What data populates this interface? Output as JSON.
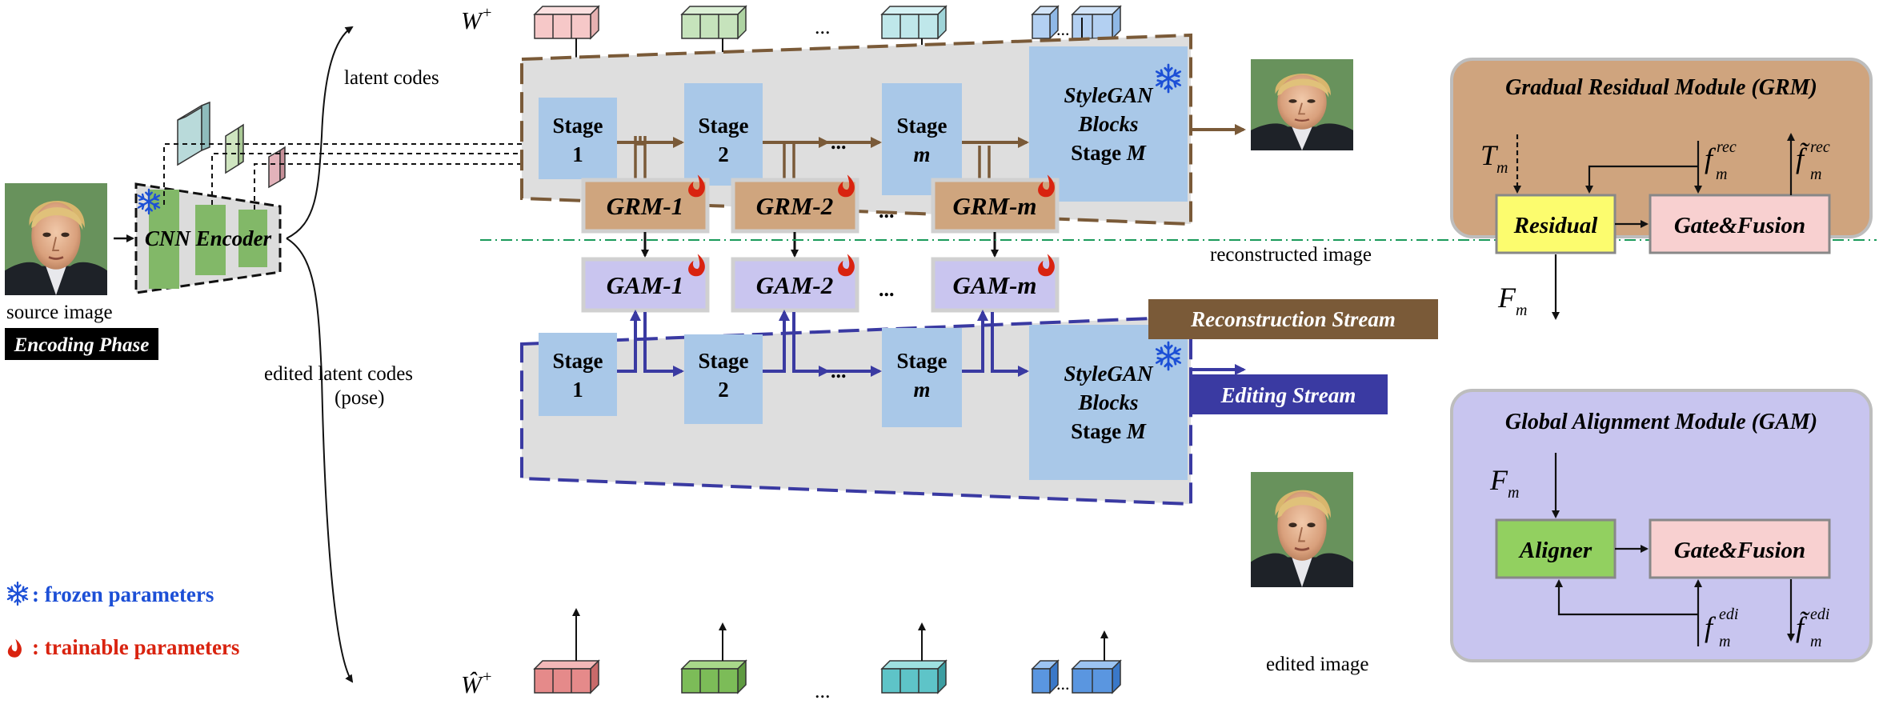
{
  "colors": {
    "recon_stream": "#7a5a38",
    "edit_stream": "#3a3aa2",
    "stage_box": "#a9c8e8",
    "grm_box": "#cfa57e",
    "gam_box": "#c9c5ef",
    "encoder_green": "#82b868",
    "trainable_red": "#d9230f",
    "frozen_blue": "#1c4fd6",
    "panel_grm_bg": "#cfa47e",
    "panel_gam_bg": "#c8c5ef",
    "residual_yellow": "#fcfc6e",
    "gate_pink": "#f8d0d0",
    "aligner_green": "#92d060"
  },
  "labels": {
    "w_plus": "W",
    "w_plus_sup": "+",
    "w_hat": "Ŵ",
    "w_hat_sup": "+",
    "latent_codes": "latent codes",
    "edited_latent_codes": "edited latent codes",
    "pose": "(pose)",
    "source_image": "source image",
    "reconstructed_image": "reconstructed image",
    "edited_image": "edited image",
    "cnn_encoder": "CNN Encoder",
    "encoding_phase": "Encoding Phase",
    "reconstruction_stream": "Reconstruction Stream",
    "editing_stream": "Editing Stream",
    "ellipsis": "...",
    "legend_frozen": ": frozen parameters",
    "legend_trainable": ": trainable parameters"
  },
  "stages": {
    "stage_word": "Stage",
    "s1": "1",
    "s2": "2",
    "sm": "m",
    "stylegan_line1": "StyleGAN",
    "stylegan_line2": "Blocks",
    "stylegan_line3": "Stage",
    "stylegan_M": "M"
  },
  "modules": {
    "grm": [
      "GRM-1",
      "GRM-2",
      "GRM-m"
    ],
    "gam": [
      "GAM-1",
      "GAM-2",
      "GAM-m"
    ]
  },
  "grm_panel": {
    "title": "Gradual Residual Module (GRM)",
    "residual": "Residual",
    "gate_fusion": "Gate&Fusion",
    "T": "T",
    "F": "F",
    "f": "f",
    "f_tilde": "f̃",
    "sub_m": "m",
    "sup_rec": "rec"
  },
  "gam_panel": {
    "title": "Global Alignment Module (GAM)",
    "aligner": "Aligner",
    "gate_fusion": "Gate&Fusion",
    "F": "F",
    "f": "f",
    "f_tilde": "f̃",
    "sub_m": "m",
    "sup_edi": "edi"
  },
  "icons": {
    "frozen": "snowflake-icon",
    "trainable": "flame-icon",
    "face_source": "face-photo",
    "face_recon": "face-photo",
    "face_edited": "face-photo"
  }
}
